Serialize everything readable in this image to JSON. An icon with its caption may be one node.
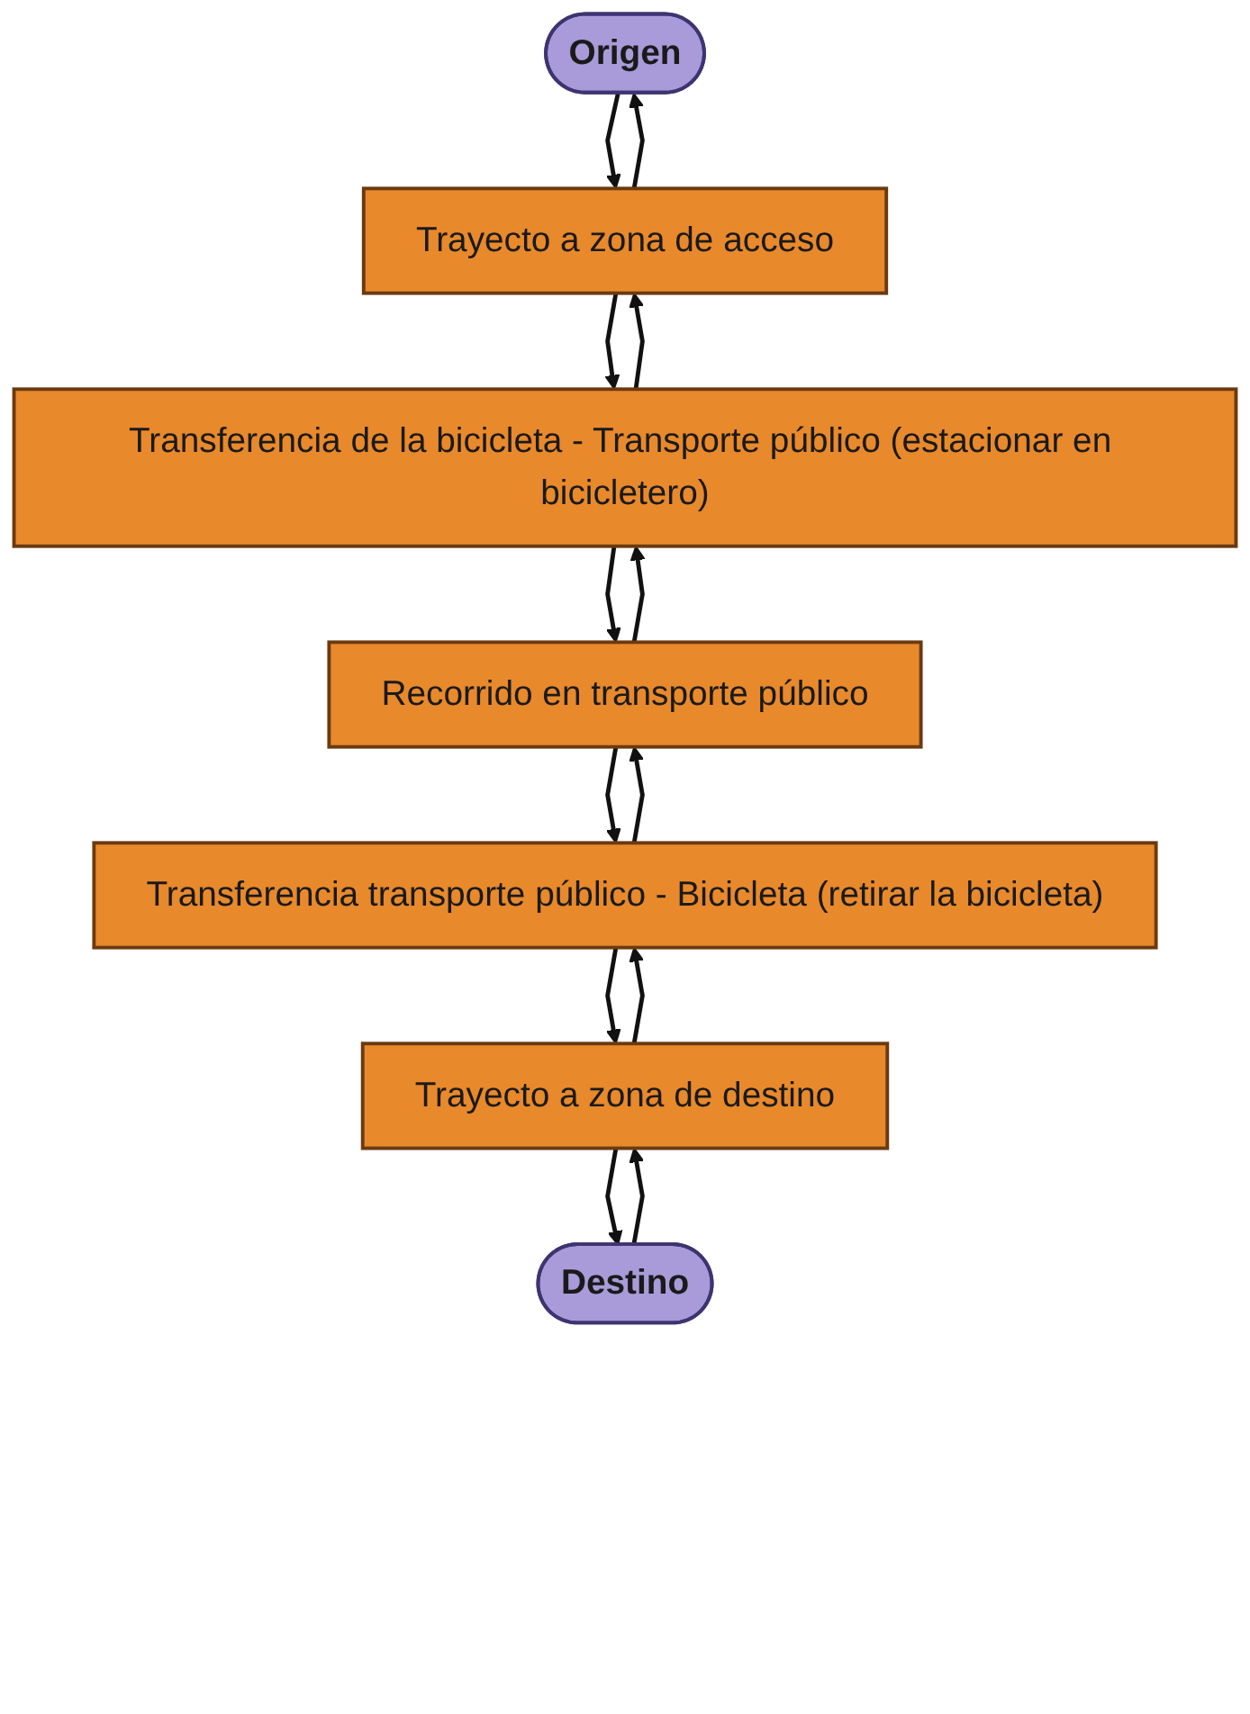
{
  "diagram": {
    "nodes": [
      {
        "text": [
          "Origen"
        ]
      },
      {
        "text": [
          "Trayecto a zona de acceso"
        ]
      },
      {
        "text": [
          "Transferencia de la bicicleta - Transporte público (estacionar en bicicletero)"
        ]
      },
      {
        "text": [
          "Recorrido en transporte público"
        ]
      },
      {
        "text": [
          "Transferencia transporte público - Bicicleta (retirar la bicicleta)"
        ]
      },
      {
        "text": [
          "Trayecto a zona de destino"
        ]
      },
      {
        "text": [
          "Destino"
        ]
      }
    ],
    "edges": [
      {
        "from": 0,
        "to": 1,
        "arrow": "to"
      },
      {
        "from": 1,
        "to": 0,
        "arrow": "to"
      },
      {
        "from": 1,
        "to": 2,
        "arrow": "to"
      },
      {
        "from": 2,
        "to": 1,
        "arrow": "to"
      },
      {
        "from": 2,
        "to": 3,
        "arrow": "to"
      },
      {
        "from": 3,
        "to": 2,
        "arrow": "to"
      },
      {
        "from": 3,
        "to": 4,
        "arrow": "to"
      },
      {
        "from": 4,
        "to": 3,
        "arrow": "to"
      },
      {
        "from": 4,
        "to": 5,
        "arrow": "to"
      },
      {
        "from": 5,
        "to": 4,
        "arrow": "to"
      },
      {
        "from": 5,
        "to": 6,
        "arrow": "to"
      },
      {
        "from": 6,
        "to": 5,
        "arrow": "to"
      }
    ]
  }
}
